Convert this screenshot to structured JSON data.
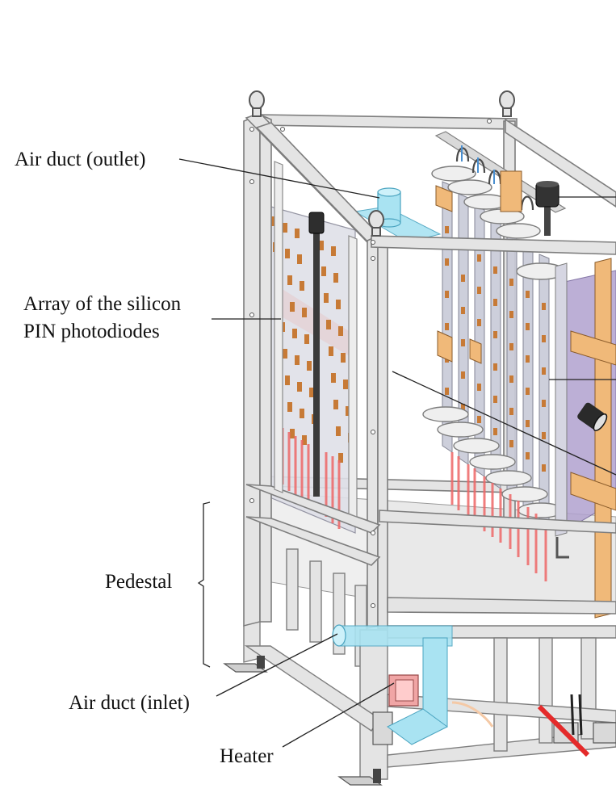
{
  "labels": {
    "air_duct_outlet": "Air duct (outlet)",
    "array_line1": "Array of the silicon",
    "array_line2": "PIN photodiodes",
    "pedestal": "Pedestal",
    "air_duct_inlet": "Air duct (inlet)",
    "heater": "Heater"
  },
  "colors": {
    "frame": "#e4e4e4",
    "frame_edge": "#7d7d7d",
    "photodiode": "#c77a36",
    "panel": "#c9cbd8",
    "wood": "#f0b979",
    "duct": "#a9e3f2",
    "cable": "#ee6767",
    "purple_panel": "#b1a2cf",
    "heater": "#f0a5a5"
  }
}
